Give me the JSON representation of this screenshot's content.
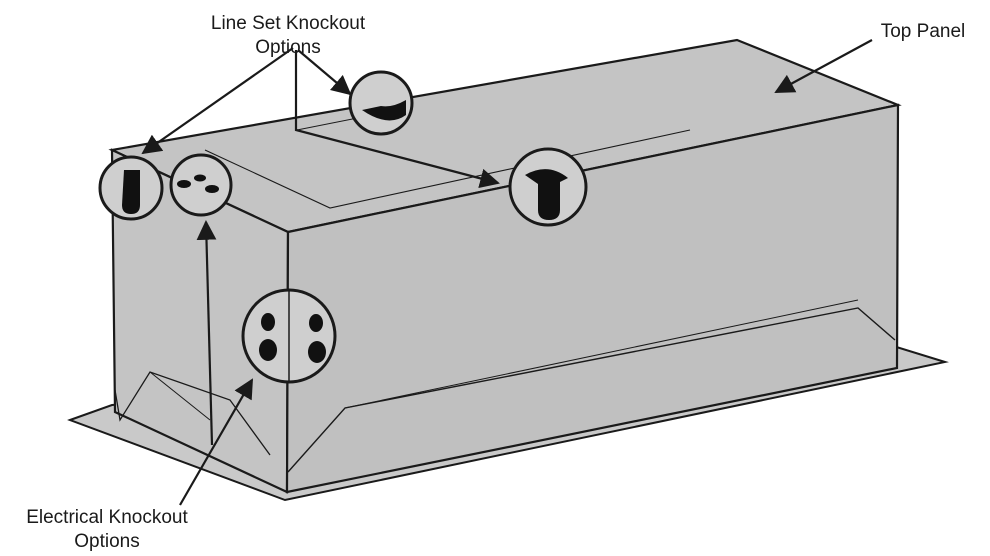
{
  "labels": {
    "line_set": [
      "Line Set Knockout",
      "Options"
    ],
    "top_panel": "Top Panel",
    "electrical": [
      "Electrical Knockout",
      "Options"
    ]
  },
  "colors": {
    "panel_fill": "#c4c4c4",
    "base_fill": "#c9c9c9",
    "outline": "#1a1a1a",
    "knockout": "#111111",
    "callout_fill": "#cfcfcf"
  }
}
